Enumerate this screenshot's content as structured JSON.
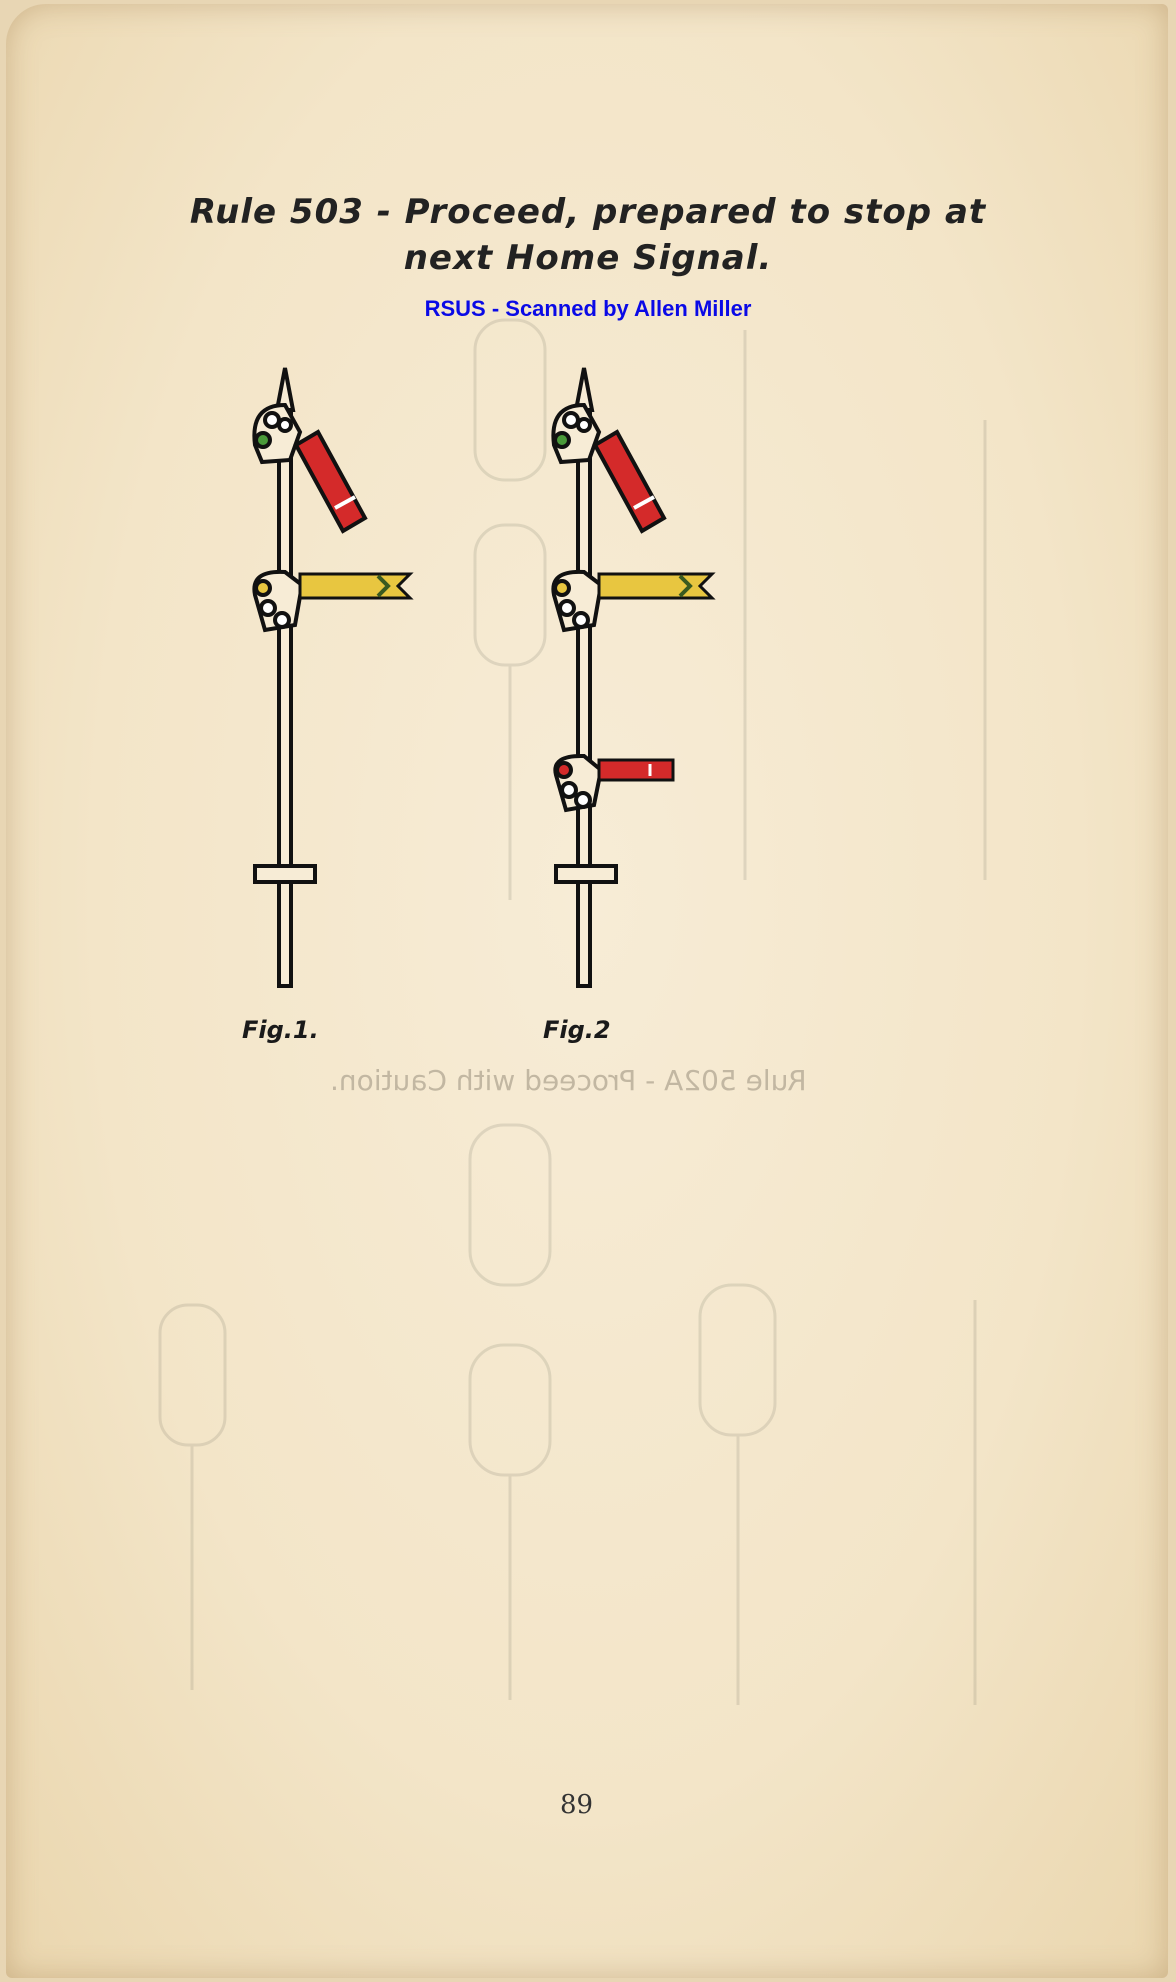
{
  "title": {
    "line1": "Rule 503 - Proceed, prepared to stop at",
    "line2": "next Home Signal."
  },
  "credit": "RSUS - Scanned by Allen Miller",
  "figures": [
    {
      "label": "Fig.1."
    },
    {
      "label": "Fig.2"
    }
  ],
  "bleed_through_text": "Rule 502A - Proceed with Caution.",
  "page_number": "89",
  "colors": {
    "paper": "#f3e5c8",
    "red_arm": "#d42a2a",
    "yellow_arm": "#e8c640",
    "credit": "#0a0ae6",
    "green_light": "#4a9a3a"
  }
}
